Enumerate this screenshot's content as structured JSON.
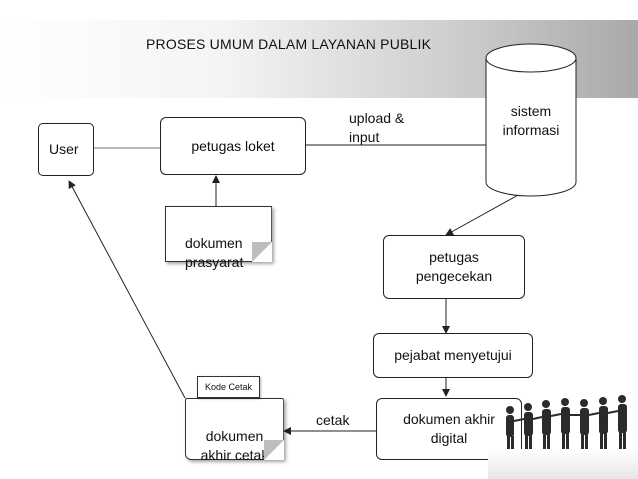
{
  "title": "PROSES UMUM DALAM LAYANAN PUBLIK",
  "nodes": {
    "user": "User",
    "petugas_loket": "petugas loket",
    "dokumen_prasyarat": "dokumen\nprasyarat",
    "sistem_informasi": "sistem\ninformasi",
    "petugas_pengecekan": "petugas\npengecekan",
    "pejabat_menyetujui": "pejabat menyetujui",
    "dokumen_akhir_digital": "dokumen akhir\ndigital",
    "dokumen_akhir_cetak": "dokumen\nakhir cetak",
    "kode_cetak": "Kode Cetak"
  },
  "edge_labels": {
    "upload_input": "upload &\ninput",
    "cetak": "cetak"
  }
}
